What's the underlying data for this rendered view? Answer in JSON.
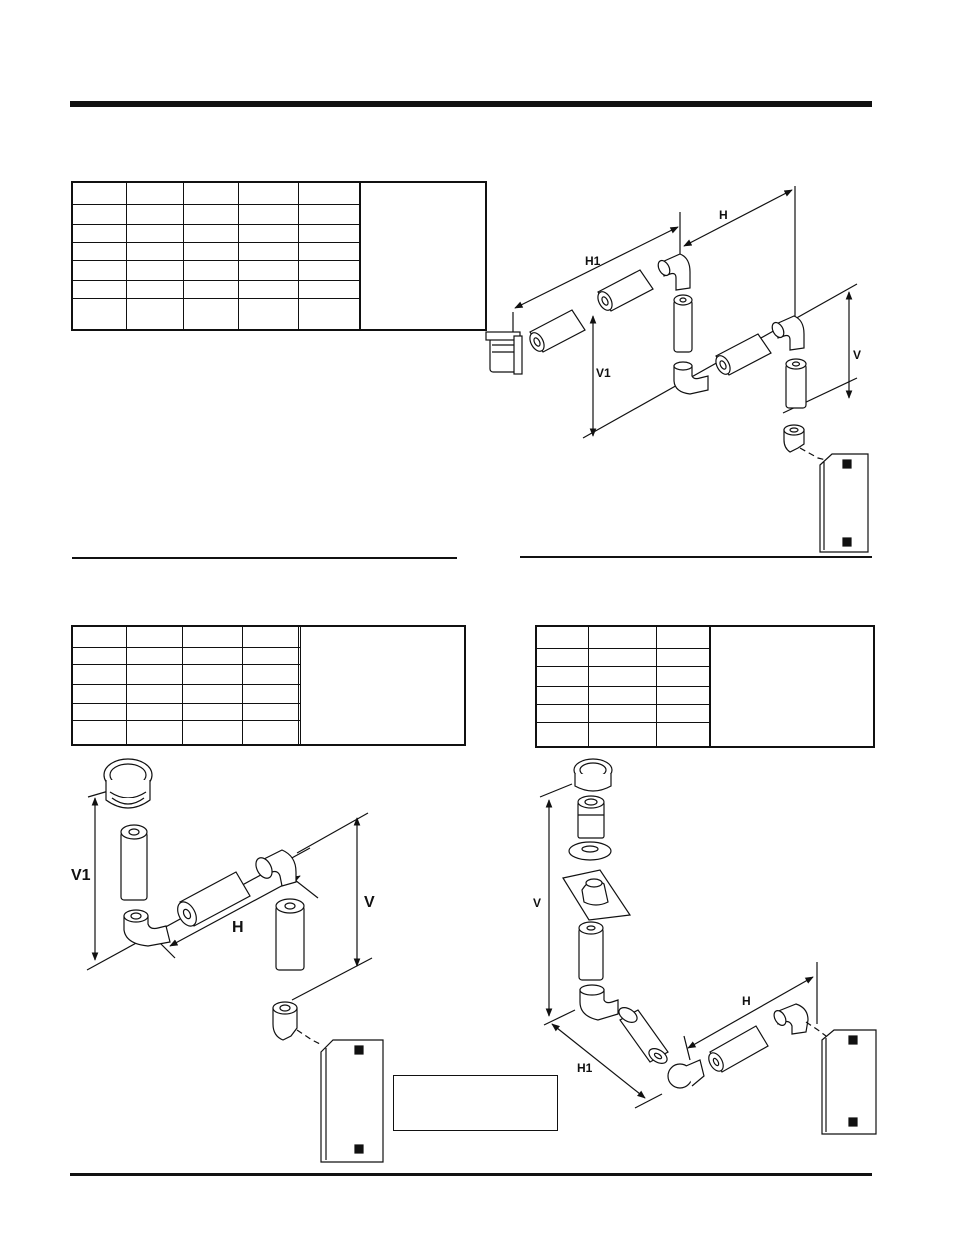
{
  "diagram_top": {
    "labels": {
      "H": "H",
      "H1": "H1",
      "V": "V",
      "V1": "V1"
    }
  },
  "diagram_bottom_left": {
    "labels": {
      "V1": "V1",
      "V": "V",
      "H": "H"
    }
  },
  "diagram_bottom_right": {
    "labels": {
      "V": "V",
      "H": "H",
      "H1": "H1"
    }
  },
  "tables": {
    "top_left": {
      "columns": 5,
      "rows": 7
    },
    "bottom_left": {
      "columns": 4,
      "rows": 6
    },
    "bottom_right": {
      "columns": 3,
      "rows": 6
    }
  }
}
